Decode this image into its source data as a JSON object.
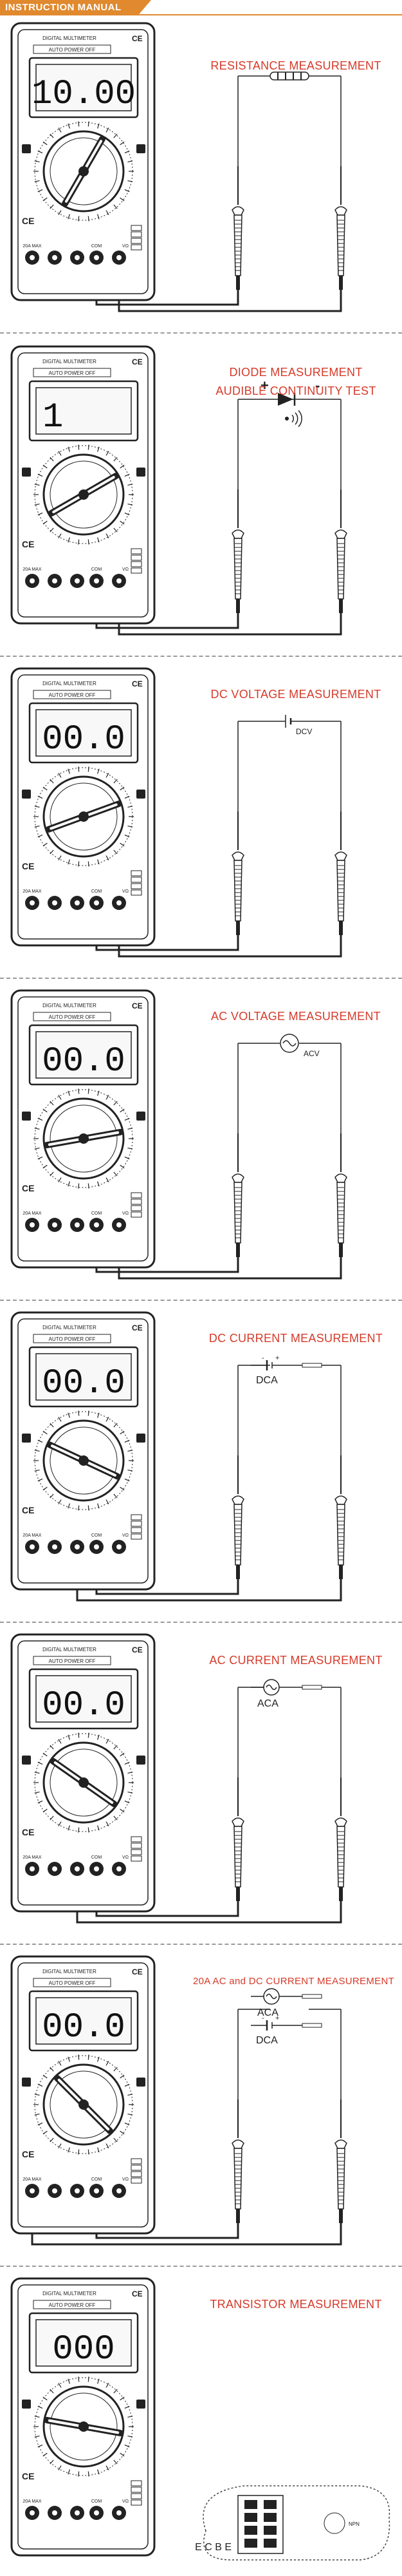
{
  "header": {
    "title": "INSTRUCTION MANUAL"
  },
  "meter": {
    "model_label": "DIGITAL MULTIMETER",
    "auto_power_label": "AUTO POWER OFF",
    "ce_mark": "CE",
    "ports": {
      "amps": "20A MAX",
      "com": "COM",
      "volt": "VΩ"
    }
  },
  "sections": [
    {
      "title": "RESISTANCE MEASUREMENT",
      "title_line2": "",
      "display": "10.00",
      "component": "resistor",
      "label": "",
      "label2": ""
    },
    {
      "title": "DIODE MEASUREMENT",
      "title_line2": "AUDIBLE CONTINUITY TEST",
      "display": "1",
      "component": "diode",
      "label": "+",
      "label2": "-"
    },
    {
      "title": "DC VOLTAGE MEASUREMENT",
      "title_line2": "",
      "display": "00.0",
      "component": "dc-source",
      "label": "DCV",
      "label2": ""
    },
    {
      "title": "AC VOLTAGE MEASUREMENT",
      "title_line2": "",
      "display": "00.0",
      "component": "ac-source",
      "label": "ACV",
      "label2": ""
    },
    {
      "title": "DC CURRENT MEASUREMENT",
      "title_line2": "",
      "display": "00.0",
      "component": "dc-current",
      "label": "DCA",
      "label2": ""
    },
    {
      "title": "AC CURRENT MEASUREMENT",
      "title_line2": "",
      "display": "00.0",
      "component": "ac-current",
      "label": "ACA",
      "label2": ""
    },
    {
      "title": "20A AC and DC CURRENT MEASUREMENT",
      "title_line2": "",
      "display": "00.0",
      "component": "both-current",
      "label": "ACA",
      "label2": "DCA"
    },
    {
      "title": "TRANSISTOR MEASUREMENT",
      "title_line2": "",
      "display": "000",
      "component": "transistor",
      "label": "E C B E",
      "label2": "NPN"
    }
  ]
}
